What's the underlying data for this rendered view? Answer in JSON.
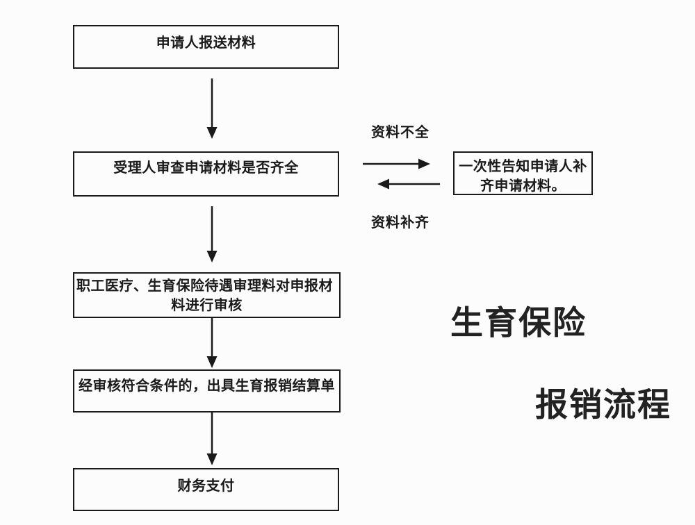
{
  "title": {
    "line1": "生育保险",
    "line2": "报销流程"
  },
  "flowchart": {
    "boxes": [
      {
        "id": "submit",
        "label": "申请人报送材料"
      },
      {
        "id": "check",
        "label": "受理人审查申请材料是否齐全"
      },
      {
        "id": "notify",
        "line1": "一次性告知申请人补",
        "line2": "齐申请材料。"
      },
      {
        "id": "audit",
        "line1": "职工医疗、生育保险待遇审理料对申报材",
        "line2": "料进行审核"
      },
      {
        "id": "issue",
        "label": "经审核符合条件的，出具生育报销结算单"
      },
      {
        "id": "pay",
        "label": "财务支付"
      }
    ],
    "edge_labels": {
      "incomplete": "资料不全",
      "complete": "资料补齐"
    }
  },
  "colors": {
    "line": "#1a1a1a",
    "text": "#1a1a1a",
    "background": "#fcfcfc"
  }
}
